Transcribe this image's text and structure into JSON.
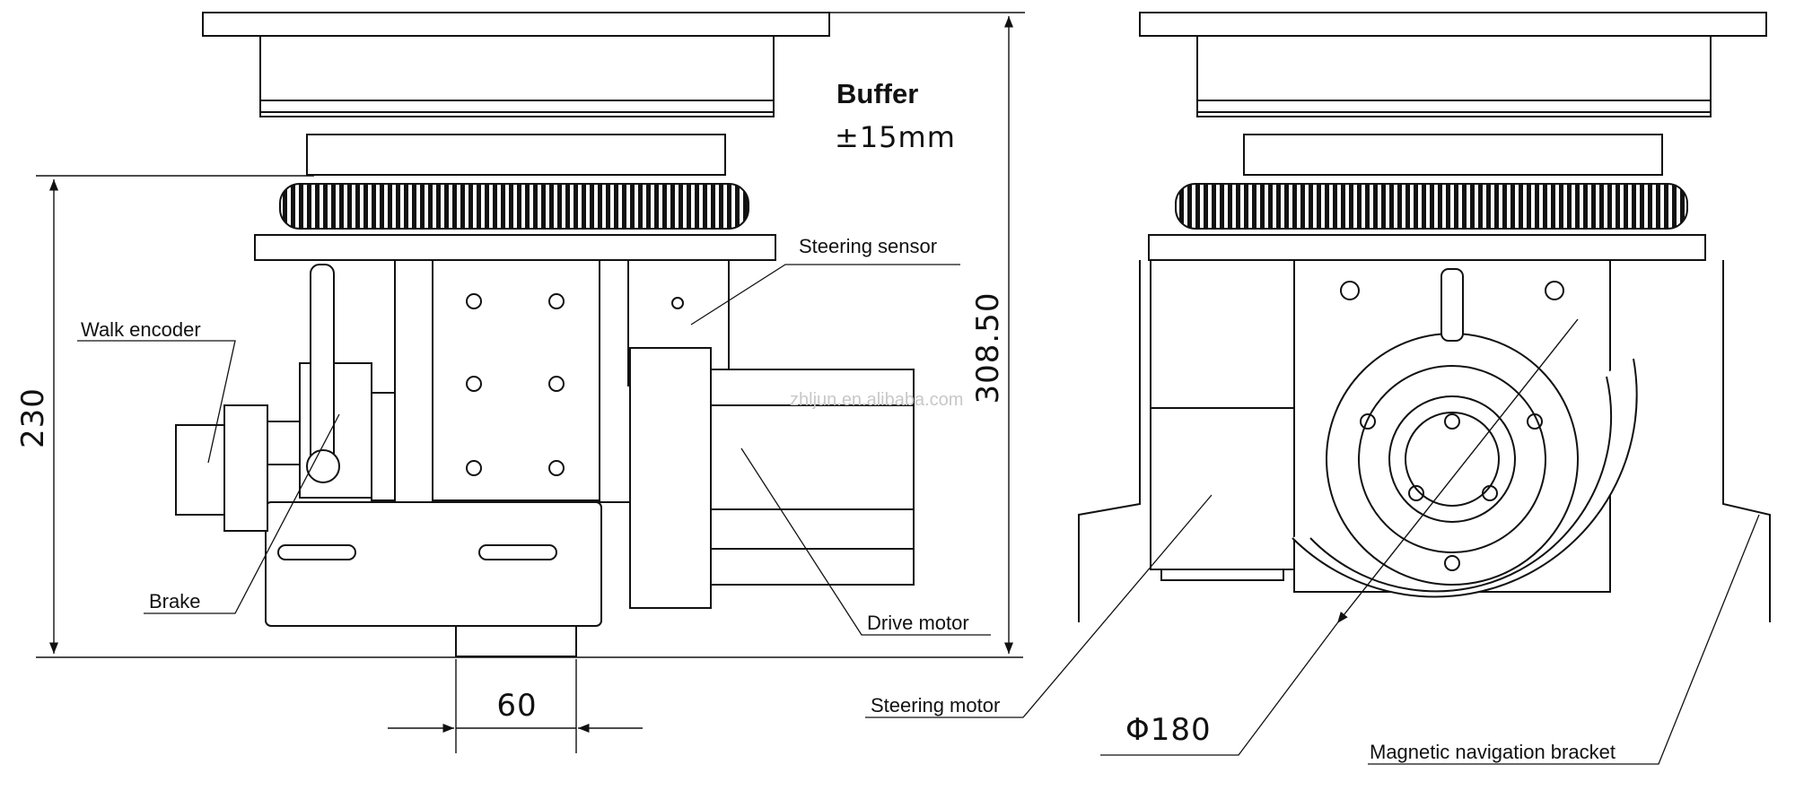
{
  "labels": {
    "buffer": "Buffer",
    "buffer_tolerance": "±15mm",
    "steering_sensor": "Steering sensor",
    "walk_encoder": "Walk encoder",
    "brake": "Brake",
    "drive_motor": "Drive motor",
    "steering_motor": "Steering motor",
    "magnetic_navigation_bracket": "Magnetic navigation bracket"
  },
  "dimensions": {
    "height_left": "230",
    "height_right": "308.50",
    "width_bottom": "60",
    "wheel_diameter": "Φ180"
  },
  "watermark": "zhljun.en.alibaba.com"
}
